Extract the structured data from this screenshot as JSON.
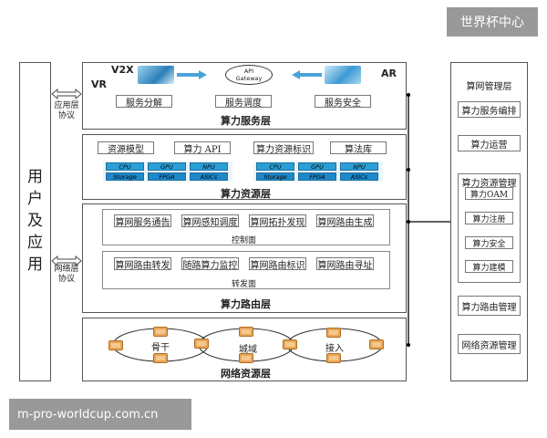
{
  "watermark_top": "世界杯中心",
  "watermark_bottom": "m-pro-worldcup.com.cn",
  "left_panel": {
    "chars": [
      "用",
      "户",
      "及",
      "应",
      "用"
    ],
    "app_protocol": [
      "应用层",
      "协议"
    ],
    "net_protocol": [
      "网络层",
      "协议"
    ]
  },
  "service_layer": {
    "v2x": "V2X",
    "vr": "VR",
    "ar": "AR",
    "gateway": [
      "API",
      "Gateway"
    ],
    "boxes": [
      "服务分解",
      "服务调度",
      "服务安全"
    ],
    "title": "算力服务层"
  },
  "resource_layer": {
    "boxes": [
      "资源模型",
      "算力 API",
      "算力资源标识",
      "算法库"
    ],
    "chips_left": [
      [
        "CPU",
        "GPU",
        "NPU"
      ],
      [
        "Storage",
        "FPGA",
        "ASICs"
      ]
    ],
    "chips_right": [
      [
        "CPU",
        "GPU",
        "NPU"
      ],
      [
        "Storage",
        "FPGA",
        "ASICs"
      ]
    ],
    "title": "算力资源层"
  },
  "routing_layer": {
    "control_boxes": [
      "算网服务通告",
      "算网感知调度",
      "算网拓扑发现",
      "算网路由生成"
    ],
    "control_title": "控制面",
    "forward_boxes": [
      "算网路由转发",
      "随路算力监控",
      "算网路由标识",
      "算网路由寻址"
    ],
    "forward_title": "转发面",
    "title": "算力路由层"
  },
  "network_layer": {
    "rings": [
      "骨干",
      "城域",
      "接入"
    ],
    "title": "网络资源层"
  },
  "management": {
    "title": "算网管理层",
    "items": [
      "算力服务编排",
      "算力运营"
    ],
    "resource_mgmt": {
      "title": "算力资源管理",
      "items": [
        "算力OAM",
        "算力注册",
        "算力安全",
        "算力建模"
      ]
    },
    "bottom_items": [
      "算力路由管理",
      "网络资源管理"
    ]
  }
}
